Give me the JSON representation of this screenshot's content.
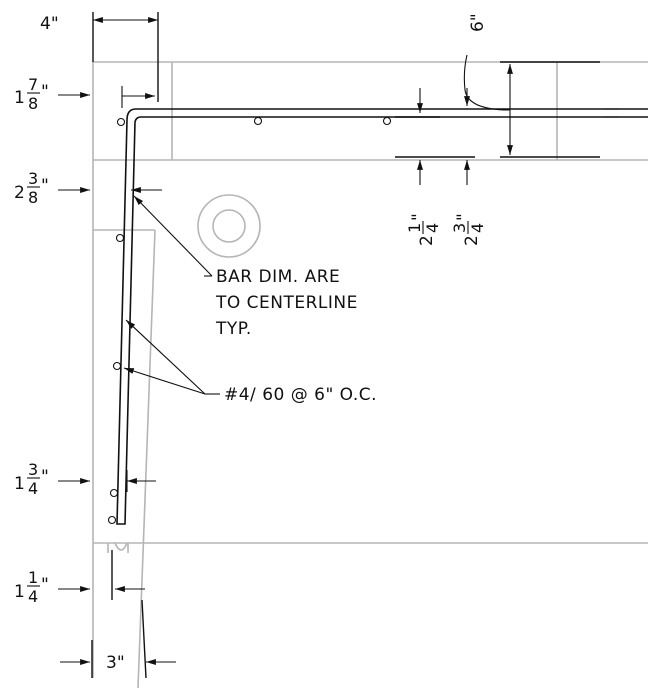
{
  "dimensions": {
    "top_cover": "4\"",
    "slab_thickness": "6\"",
    "top_clear_whole": "1",
    "top_clear_num": "7",
    "top_clear_den": "8",
    "wall_clear_whole": "2",
    "wall_clear_num": "3",
    "wall_clear_den": "8",
    "bottom_clear_whole": "1",
    "bottom_clear_num": "3",
    "bottom_clear_den": "4",
    "footing_clear_whole": "1",
    "footing_clear_num": "1",
    "footing_clear_den": "4",
    "bottom_width": "3\"",
    "slab_cover_a_whole": "2",
    "slab_cover_a_num": "1",
    "slab_cover_a_den": "4",
    "slab_cover_b_whole": "2",
    "slab_cover_b_num": "3",
    "slab_cover_b_den": "4",
    "inch_mark": "\""
  },
  "notes": {
    "bar_dim_line1": "BAR DIM. ARE",
    "bar_dim_line2": "TO CENTERLINE",
    "bar_dim_line3": "TYP.",
    "rebar_callout": "#4/ 60 @ 6\" O.C."
  }
}
